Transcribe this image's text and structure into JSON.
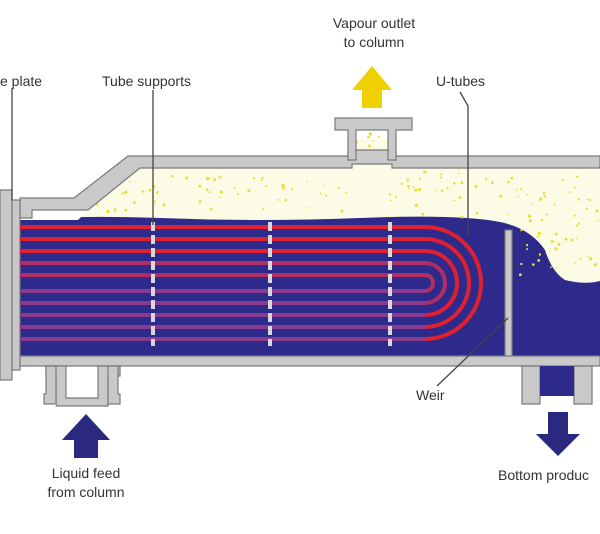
{
  "labels": {
    "tube_plate": "e plate",
    "tube_supports": "Tube supports",
    "vapour_outlet_line1": "Vapour outlet",
    "vapour_outlet_line2": "to column",
    "u_tubes": "U-tubes",
    "weir": "Weir",
    "liquid_feed_line1": "Liquid feed",
    "liquid_feed_line2": "from column",
    "bottom_product": "Bottom produc"
  },
  "colors": {
    "liquid": "#2e2a8c",
    "vapour_bg": "#fbfbe6",
    "bubbles": "#e8e03a",
    "shell": "#c9c9c9",
    "shell_outline": "#7a7a7a",
    "tube_hot": "#e0202e",
    "tube_cool": "#8a3a8e",
    "vapour_arrow": "#f0d000",
    "feed_arrow": "#2b2880",
    "leader_line": "#444444"
  }
}
